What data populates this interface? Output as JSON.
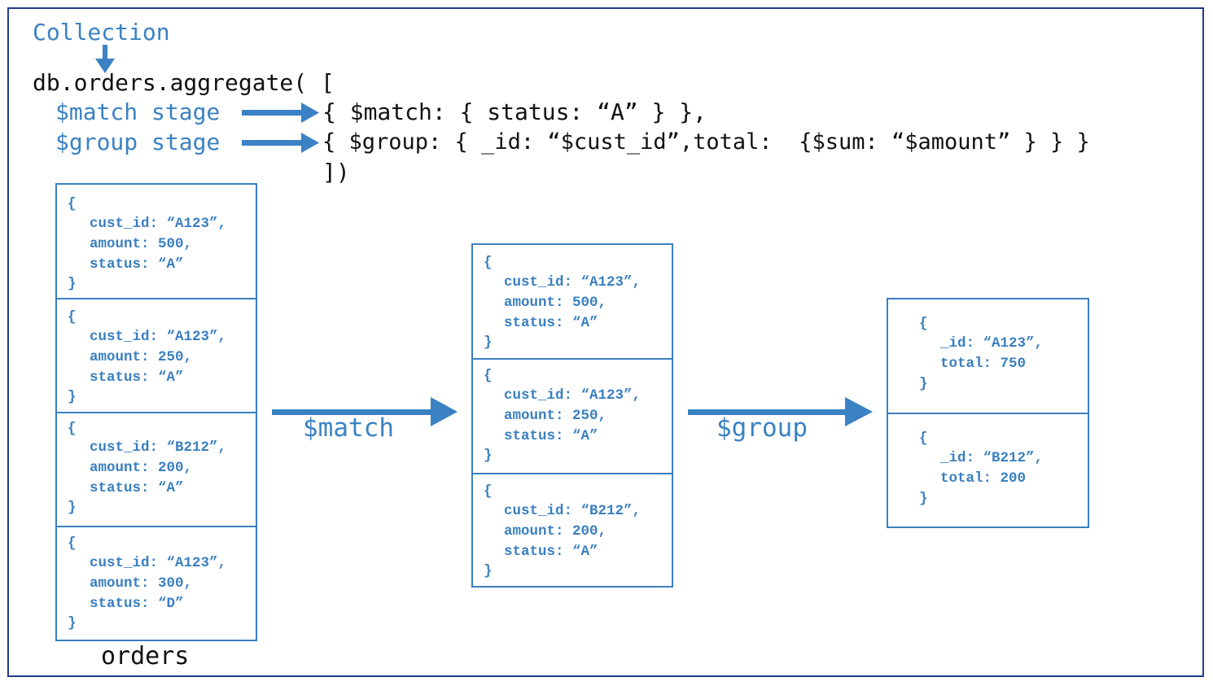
{
  "header": {
    "collection_label": "Collection",
    "line1": "db.orders.aggregate( [",
    "match_stage_label": "$match stage",
    "match_stage_code": "{ $match: { status: “A” } },",
    "group_stage_label": "$group stage",
    "group_stage_code": "{ $group: { _id: “$cust_id”,total:  {$sum: “$amount” } } }",
    "close": "])"
  },
  "orders": {
    "caption": "orders",
    "docs": [
      {
        "open": "{",
        "l1": "cust_id: “A123”,",
        "l2": "amount: 500,",
        "l3": "status: “A”",
        "close": "}"
      },
      {
        "open": "{",
        "l1": "cust_id: “A123”,",
        "l2": "amount: 250,",
        "l3": "status: “A”",
        "close": "}"
      },
      {
        "open": "{",
        "l1": "cust_id: “B212”,",
        "l2": "amount: 200,",
        "l3": "status: “A”",
        "close": "}"
      },
      {
        "open": "{",
        "l1": "cust_id: “A123”,",
        "l2": "amount: 300,",
        "l3": "status: “D”",
        "close": "}"
      }
    ]
  },
  "matched": {
    "docs": [
      {
        "open": "{",
        "l1": "cust_id: “A123”,",
        "l2": "amount: 500,",
        "l3": "status: “A”",
        "close": "}"
      },
      {
        "open": "{",
        "l1": "cust_id: “A123”,",
        "l2": "amount: 250,",
        "l3": "status: “A”",
        "close": "}"
      },
      {
        "open": "{",
        "l1": "cust_id: “B212”,",
        "l2": "amount: 200,",
        "l3": "status: “A”",
        "close": "}"
      }
    ]
  },
  "grouped": {
    "docs": [
      {
        "open": "{",
        "l1": "_id: “A123”,",
        "l2": "total: 750",
        "close": "}"
      },
      {
        "open": "{",
        "l1": "_id: “B212”,",
        "l2": "total: 200",
        "close": "}"
      }
    ]
  },
  "arrows": {
    "match_label": "$match",
    "group_label": "$group"
  },
  "colors": {
    "accent_blue": "#3a82c4",
    "frame_border": "#1f3b8a",
    "text_black": "#111111"
  }
}
